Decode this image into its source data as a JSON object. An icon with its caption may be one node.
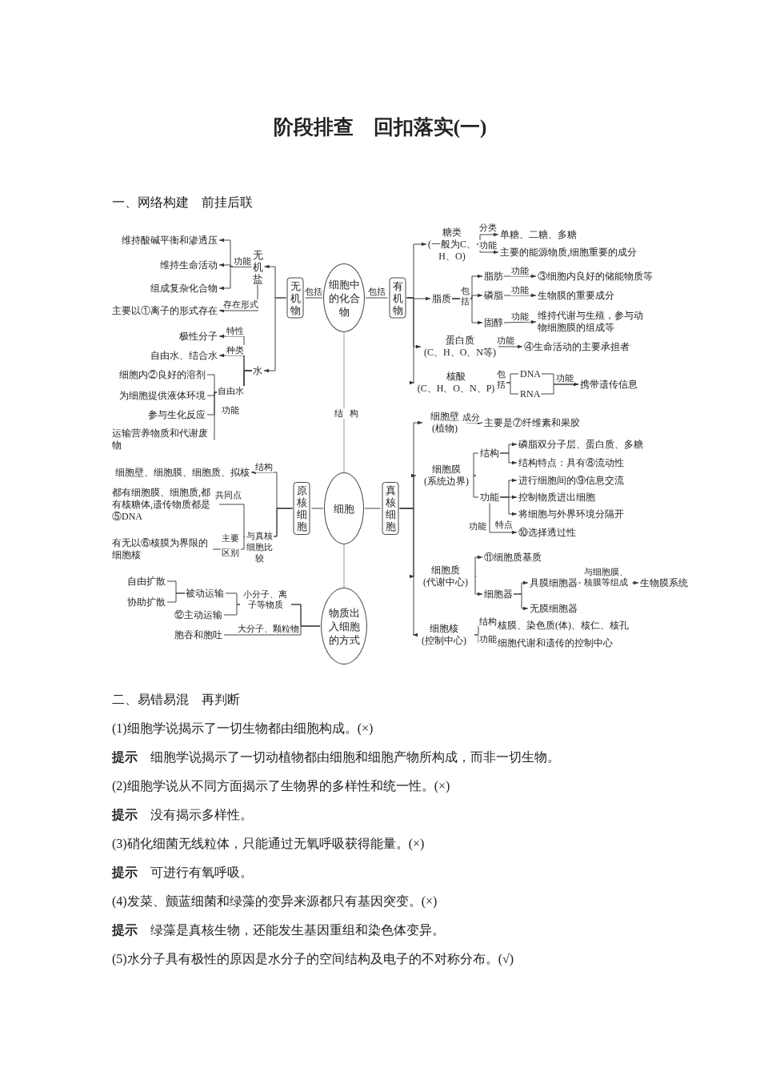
{
  "diagram": {
    "title": "阶段排查　回扣落实(一)",
    "nodes": [
      {
        "text": [
          "细胞中的化合物"
        ]
      },
      {
        "text": [
          "无机物"
        ]
      },
      {
        "text": [
          "有机物"
        ]
      },
      {
        "text": [
          "无机盐"
        ]
      },
      {
        "text": [
          "维持酸碱平衡和渗透压"
        ]
      },
      {
        "text": [
          "维持生命活动"
        ]
      },
      {
        "text": [
          "组成复杂化合物"
        ]
      },
      {
        "text": [
          "主要以①离子的形式存在"
        ]
      },
      {
        "text": [
          "水"
        ]
      },
      {
        "text": [
          "极性分子"
        ]
      },
      {
        "text": [
          "自由水、结合水"
        ]
      },
      {
        "text": [
          "细胞内②良好的溶剂"
        ]
      },
      {
        "text": [
          "为细胞提供液体环境"
        ]
      },
      {
        "text": [
          "参与生化反应"
        ]
      },
      {
        "text": [
          "运输营养物质和代谢废物"
        ]
      },
      {
        "text": [
          "糖类",
          "(一般为C、H、O)"
        ]
      },
      {
        "text": [
          "单糖、二糖、多糖"
        ]
      },
      {
        "text": [
          "主要的能源物质,细胞重要的成分"
        ]
      },
      {
        "text": [
          "脂质"
        ]
      },
      {
        "text": [
          "脂肪"
        ]
      },
      {
        "text": [
          "③细胞内良好的储能物质等"
        ]
      },
      {
        "text": [
          "磷脂"
        ]
      },
      {
        "text": [
          "生物膜的重要成分"
        ]
      },
      {
        "text": [
          "固醇"
        ]
      },
      {
        "text": [
          "维持代谢与生殖，参与动物细胞膜的组成等"
        ]
      },
      {
        "text": [
          "蛋白质",
          "(C、H、O、N等)"
        ]
      },
      {
        "text": [
          "④生命活动的主要承担者"
        ]
      },
      {
        "text": [
          "核酸",
          "(C、H、O、N、P)"
        ]
      },
      {
        "text": [
          "DNA"
        ]
      },
      {
        "text": [
          "RNA"
        ]
      },
      {
        "text": [
          "携带遗传信息"
        ]
      },
      {
        "text": [
          "细胞"
        ]
      },
      {
        "text": [
          "原核细胞"
        ]
      },
      {
        "text": [
          "真核细胞"
        ]
      },
      {
        "text": [
          "细胞壁、细胞膜、细胞质、拟核"
        ]
      },
      {
        "text": [
          "都有细胞膜、细胞质,都有核糖体,遗传物质都是⑤DNA"
        ]
      },
      {
        "text": [
          "有无以⑥核膜为界限的细胞核"
        ]
      },
      {
        "text": [
          "物质出入细胞的方式"
        ]
      },
      {
        "text": [
          "被动运输"
        ]
      },
      {
        "text": [
          "自由扩散"
        ]
      },
      {
        "text": [
          "协助扩散"
        ]
      },
      {
        "text": [
          "⑫主动运输"
        ]
      },
      {
        "text": [
          "胞吞和胞吐"
        ]
      },
      {
        "text": [
          "细胞壁",
          "(植物)"
        ]
      },
      {
        "text": [
          "主要是⑦纤维素和果胶"
        ]
      },
      {
        "text": [
          "细胞膜",
          "(系统边界)"
        ]
      },
      {
        "text": [
          "结构"
        ]
      },
      {
        "text": [
          "磷脂双分子层、蛋白质、多糖"
        ]
      },
      {
        "text": [
          "结构特点：具有⑧流动性"
        ]
      },
      {
        "text": [
          "功能"
        ]
      },
      {
        "text": [
          "进行细胞间的⑨信息交流"
        ]
      },
      {
        "text": [
          "控制物质进出细胞"
        ]
      },
      {
        "text": [
          "将细胞与外界环境分隔开"
        ]
      },
      {
        "text": [
          "⑩选择透过性"
        ]
      },
      {
        "text": [
          "细胞质",
          "(代谢中心)"
        ]
      },
      {
        "text": [
          "⑪细胞质基质"
        ]
      },
      {
        "text": [
          "细胞器"
        ]
      },
      {
        "text": [
          "具膜细胞器"
        ]
      },
      {
        "text": [
          "生物膜系统"
        ]
      },
      {
        "text": [
          "无膜细胞器"
        ]
      },
      {
        "text": [
          "细胞核",
          "(控制中心)"
        ]
      },
      {
        "text": [
          "核膜、染色质(体)、核仁、核孔"
        ]
      },
      {
        "text": [
          "细胞代谢和遗传的控制中心"
        ]
      }
    ],
    "edges": [
      {
        "from": 0,
        "to": 1,
        "arrow": "none",
        "label": "包括"
      },
      {
        "from": 1,
        "to": 3,
        "arrow": "to"
      },
      {
        "from": 1,
        "to": 8,
        "arrow": "to"
      },
      {
        "from": 3,
        "to": 4,
        "arrow": "to"
      },
      {
        "from": 3,
        "to": 5,
        "arrow": "to",
        "label": "功能"
      },
      {
        "from": 3,
        "to": 6,
        "arrow": "to"
      },
      {
        "from": 3,
        "to": 7,
        "arrow": "to",
        "label": "存在形式"
      },
      {
        "from": 8,
        "to": 9,
        "arrow": "to",
        "label": "特性"
      },
      {
        "from": 8,
        "to": 10,
        "arrow": "to",
        "label": "种类"
      },
      {
        "from": 8,
        "to": 11,
        "arrow": "none"
      },
      {
        "from": 8,
        "to": 12,
        "arrow": "none",
        "label": "自由水"
      },
      {
        "from": 8,
        "to": 13,
        "arrow": "none",
        "label": "功能"
      },
      {
        "from": 8,
        "to": 14,
        "arrow": "none"
      },
      {
        "from": 0,
        "to": 2,
        "arrow": "none",
        "label": "包括"
      },
      {
        "from": 2,
        "to": 15,
        "arrow": "to"
      },
      {
        "from": 2,
        "to": 18,
        "arrow": "to"
      },
      {
        "from": 2,
        "to": 25,
        "arrow": "to"
      },
      {
        "from": 2,
        "to": 27,
        "arrow": "to"
      },
      {
        "from": 15,
        "to": 16,
        "arrow": "to",
        "label": "分类"
      },
      {
        "from": 15,
        "to": 17,
        "arrow": "to",
        "label": "功能"
      },
      {
        "from": 18,
        "to": 19,
        "arrow": "to"
      },
      {
        "from": 18,
        "to": 21,
        "arrow": "to",
        "label": "包括"
      },
      {
        "from": 18,
        "to": 23,
        "arrow": "to"
      },
      {
        "from": 19,
        "to": 20,
        "arrow": "to",
        "label": "功能"
      },
      {
        "from": 21,
        "to": 22,
        "arrow": "to",
        "label": "功能"
      },
      {
        "from": 23,
        "to": 24,
        "arrow": "to",
        "label": "功能"
      },
      {
        "from": 25,
        "to": 26,
        "arrow": "to",
        "label": "功能"
      },
      {
        "from": 27,
        "to": 28,
        "arrow": "none",
        "label": "包括"
      },
      {
        "from": 27,
        "to": 29,
        "arrow": "none"
      },
      {
        "from": 28,
        "to": 30,
        "arrow": "to",
        "label": "功能"
      },
      {
        "from": 29,
        "to": 30,
        "arrow": "to"
      },
      {
        "from": 0,
        "to": 31,
        "arrow": "none",
        "label": "结构"
      },
      {
        "from": 31,
        "to": 32,
        "arrow": "none"
      },
      {
        "from": 31,
        "to": 33,
        "arrow": "none"
      },
      {
        "from": 32,
        "to": 34,
        "arrow": "to",
        "label": "结构"
      },
      {
        "from": 32,
        "to": 35,
        "arrow": "none",
        "label": "共同点"
      },
      {
        "from": 32,
        "to": 36,
        "arrow": "none",
        "label": "主要区别"
      },
      {
        "from": 31,
        "to": 37,
        "arrow": "none"
      },
      {
        "from": 37,
        "to": 38,
        "arrow": "none",
        "label": "小分子、离子等物质"
      },
      {
        "from": 37,
        "to": 41,
        "arrow": "none"
      },
      {
        "from": 37,
        "to": 42,
        "arrow": "none",
        "label": "大分子、颗粒物"
      },
      {
        "from": 38,
        "to": 39,
        "arrow": "none"
      },
      {
        "from": 38,
        "to": 40,
        "arrow": "none"
      },
      {
        "from": 33,
        "to": 43,
        "arrow": "to"
      },
      {
        "from": 43,
        "to": 44,
        "arrow": "to",
        "label": "成分"
      },
      {
        "from": 33,
        "to": 45,
        "arrow": "to"
      },
      {
        "from": 45,
        "to": 46,
        "arrow": "none"
      },
      {
        "from": 46,
        "to": 47,
        "arrow": "to"
      },
      {
        "from": 46,
        "to": 48,
        "arrow": "to"
      },
      {
        "from": 45,
        "to": 49,
        "arrow": "none"
      },
      {
        "from": 49,
        "to": 50,
        "arrow": "to"
      },
      {
        "from": 49,
        "to": 51,
        "arrow": "to"
      },
      {
        "from": 49,
        "to": 52,
        "arrow": "to"
      },
      {
        "from": 49,
        "to": 53,
        "arrow": "to",
        "label": "特点"
      },
      {
        "from": 33,
        "to": 54,
        "arrow": "to"
      },
      {
        "from": 54,
        "to": 55,
        "arrow": "to"
      },
      {
        "from": 54,
        "to": 56,
        "arrow": "to"
      },
      {
        "from": 56,
        "to": 57,
        "arrow": "to"
      },
      {
        "from": 57,
        "to": 58,
        "arrow": "to",
        "label": "与细胞膜、核膜等组成"
      },
      {
        "from": 56,
        "to": 59,
        "arrow": "to"
      },
      {
        "from": 33,
        "to": 60,
        "arrow": "to"
      },
      {
        "from": 60,
        "to": 61,
        "arrow": "none",
        "label": "结构"
      },
      {
        "from": 60,
        "to": 62,
        "arrow": "none",
        "label": "功能"
      }
    ],
    "labels": [
      "一、网络构建　前挂后联",
      "功能",
      "与真核细胞比较",
      "二、易错易混　再判断",
      "(1)细胞学说揭示了一切生物都由细胞构成。(×)",
      "**提示**　细胞学说揭示了一切动植物都由细胞和细胞产物所构成，而非一切生物。",
      "(2)细胞学说从不同方面揭示了生物界的多样性和统一性。(×)",
      "**提示**　没有揭示多样性。",
      "(3)硝化细菌无线粒体，只能通过无氧呼吸获得能量。(×)",
      "**提示**　可进行有氧呼吸。",
      "(4)发菜、颤蓝细菌和绿藻的变异来源都只有基因突变。(×)",
      "**提示**　绿藻是真核生物，还能发生基因重组和染色体变异。",
      "(5)水分子具有极性的原因是水分子的空间结构及电子的不对称分布。(√)"
    ]
  }
}
